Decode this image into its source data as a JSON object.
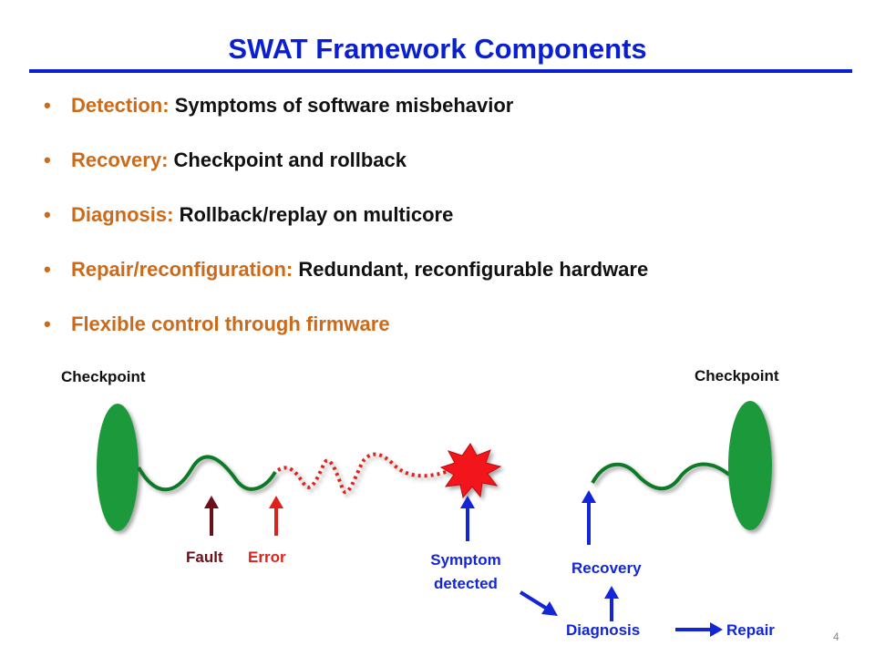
{
  "title": "SWAT Framework Components",
  "bullets": [
    {
      "key": "Detection:",
      "value": "Symptoms of software misbehavior"
    },
    {
      "key": "Recovery:",
      "value": "Checkpoint and rollback"
    },
    {
      "key": "Diagnosis:",
      "value": "Rollback/replay on multicore"
    },
    {
      "key": "Repair/reconfiguration:",
      "value": "Redundant, reconfigurable hardware"
    },
    {
      "key": "Flexible control through firmware",
      "value": ""
    }
  ],
  "diagram": {
    "checkpoint_left": "Checkpoint",
    "checkpoint_right": "Checkpoint",
    "fault": "Fault",
    "error": "Error",
    "symptom": "Symptom detected",
    "recovery": "Recovery",
    "diagnosis": "Diagnosis",
    "repair": "Repair"
  },
  "colors": {
    "title": "#0a1fd0",
    "bullet_key": "#cc6a1a",
    "checkpoint": "#1a9a3a",
    "fault_arrow": "#6b0f1a",
    "error_arrow": "#e0201a",
    "flow_arrow": "#1226d8"
  },
  "page_number": "4"
}
